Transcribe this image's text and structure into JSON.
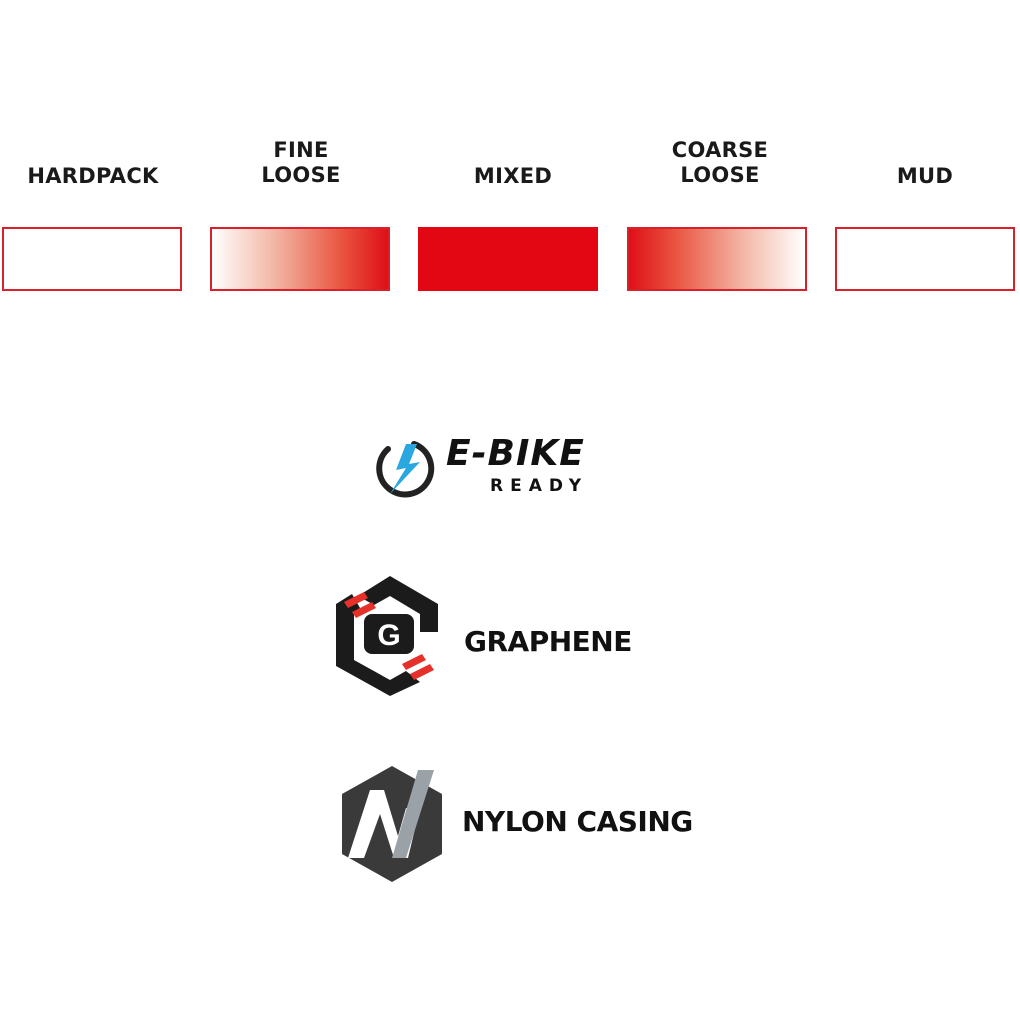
{
  "terrain": [
    {
      "lines": [
        "HARDPACK"
      ],
      "level": "none"
    },
    {
      "lines": [
        "FINE",
        "LOOSE"
      ],
      "level": "rising"
    },
    {
      "lines": [
        "MIXED"
      ],
      "level": "full"
    },
    {
      "lines": [
        "COARSE",
        "LOOSE"
      ],
      "level": "falling"
    },
    {
      "lines": [
        "MUD"
      ],
      "level": "none"
    }
  ],
  "colors": {
    "accent_red": "#e30613",
    "dark_gray": "#2b2b2b",
    "light_gray": "#9aa2a8",
    "bolt_blue": "#2aa7df"
  },
  "features": {
    "ebike": {
      "icon": "lightning-bolt-icon",
      "title": "E-BIKE",
      "subtitle": "READY"
    },
    "graphene": {
      "icon": "graphene-hex-icon",
      "badge_letter": "G",
      "label": "GRAPHENE"
    },
    "nylon": {
      "icon": "nylon-hex-icon",
      "badge_letter": "N",
      "label": "NYLON CASING"
    }
  }
}
